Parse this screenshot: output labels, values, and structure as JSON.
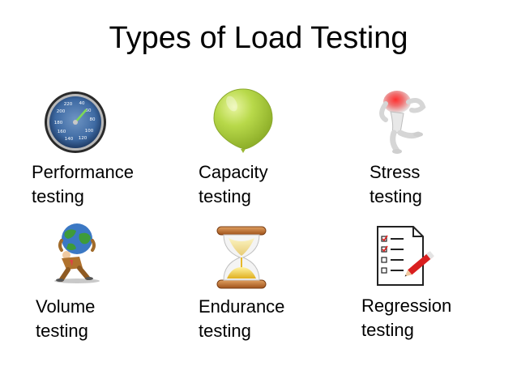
{
  "slide": {
    "title": "Types of Load Testing",
    "items": [
      {
        "line1": "Performance",
        "line2": "testing",
        "icon": "speedometer-icon"
      },
      {
        "line1": "Capacity",
        "line2": "testing",
        "icon": "balloon-icon"
      },
      {
        "line1": "Stress",
        "line2": "testing",
        "icon": "stressed-figure-icon"
      },
      {
        "line1": "Volume",
        "line2": "testing",
        "icon": "man-carrying-globe-icon"
      },
      {
        "line1": "Endurance",
        "line2": "testing",
        "icon": "hourglass-icon"
      },
      {
        "line1": "Regression",
        "line2": "testing",
        "icon": "checklist-icon"
      }
    ],
    "gauge_labels": [
      "220",
      "40",
      "200",
      "60",
      "80",
      "100",
      "120",
      "140",
      "160",
      "180"
    ]
  }
}
